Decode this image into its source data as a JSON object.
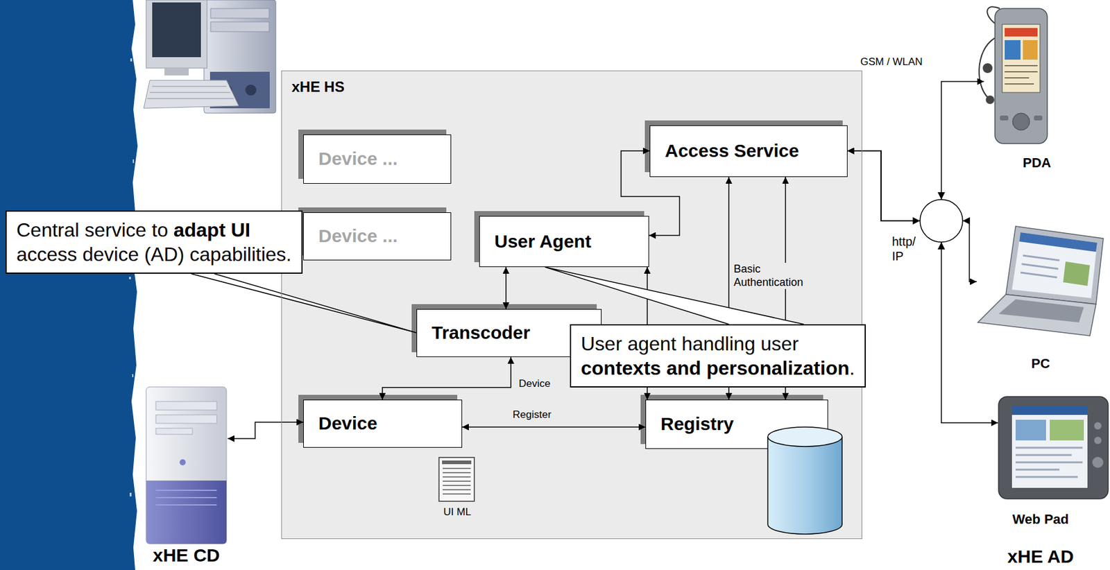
{
  "diagram": {
    "nodes": [
      {
        "text": [
          "xHE HS"
        ]
      },
      {
        "text": [
          "Device ..."
        ],
        "in": 0
      },
      {
        "text": [
          "Device ..."
        ],
        "in": 0
      },
      {
        "text": [
          "Access Service"
        ],
        "in": 0
      },
      {
        "text": [
          "User Agent"
        ],
        "in": 0
      },
      {
        "text": [
          "Transcoder"
        ],
        "in": 0
      },
      {
        "text": [
          "Device"
        ],
        "in": 0
      },
      {
        "text": [
          "Registry"
        ],
        "in": 0
      },
      {
        "text": [
          "Central service to",
          "adapt UI",
          "access device (AD) capabilities."
        ]
      },
      {
        "text": [
          "User agent handling user",
          "contexts and personalization",
          "."
        ]
      },
      {
        "text": [
          "PDA"
        ]
      },
      {
        "text": [
          "PC"
        ]
      },
      {
        "text": [
          "Web Pad"
        ]
      },
      {
        "text": [
          "xHE CD"
        ]
      }
    ],
    "edges": [
      {
        "from": 3,
        "to": 4,
        "arrow": "both"
      },
      {
        "from": 4,
        "to": 5,
        "arrow": "both"
      },
      {
        "from": 5,
        "to": 6,
        "label": "Device",
        "arrow": "both"
      },
      {
        "from": 6,
        "to": 7,
        "label": "Register",
        "arrow": "both"
      },
      {
        "from": 3,
        "to": 7,
        "arrow": "both"
      },
      {
        "from": 3,
        "to": 7,
        "label": "Basic Authentication",
        "arrow": "both"
      },
      {
        "from": 4,
        "to": 7,
        "arrow": "both"
      },
      {
        "from": 13,
        "to": 6,
        "arrow": "both"
      },
      {
        "from": 3,
        "to": 10,
        "arrow": "both"
      },
      {
        "from": 3,
        "to": 11,
        "arrow": "both"
      },
      {
        "from": 3,
        "to": 12,
        "arrow": "both"
      },
      {
        "from": 8,
        "to": 5,
        "arrow": "none"
      },
      {
        "from": 9,
        "to": 4,
        "arrow": "none"
      }
    ],
    "labels": [
      "GSM / WLAN",
      "http/ IP",
      "UI ML",
      "xHE AD"
    ]
  }
}
